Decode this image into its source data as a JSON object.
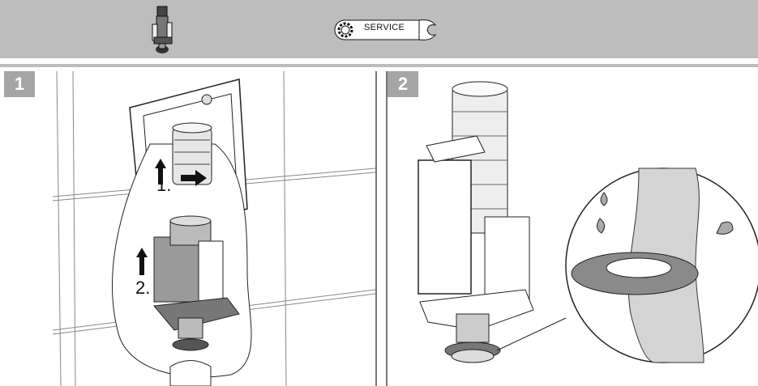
{
  "header": {
    "product_icon": "flush-valve-icon",
    "service_icon": "gear-icon",
    "service_label": "SERVICE",
    "wrench_icon": "wrench-icon"
  },
  "steps": [
    {
      "number": "1",
      "sub_steps": [
        "1.",
        "2."
      ]
    },
    {
      "number": "2"
    }
  ],
  "colors": {
    "header_bg": "#bdbdbd",
    "step_badge": "#a5a5a5",
    "seal": "#8a8a8a"
  }
}
